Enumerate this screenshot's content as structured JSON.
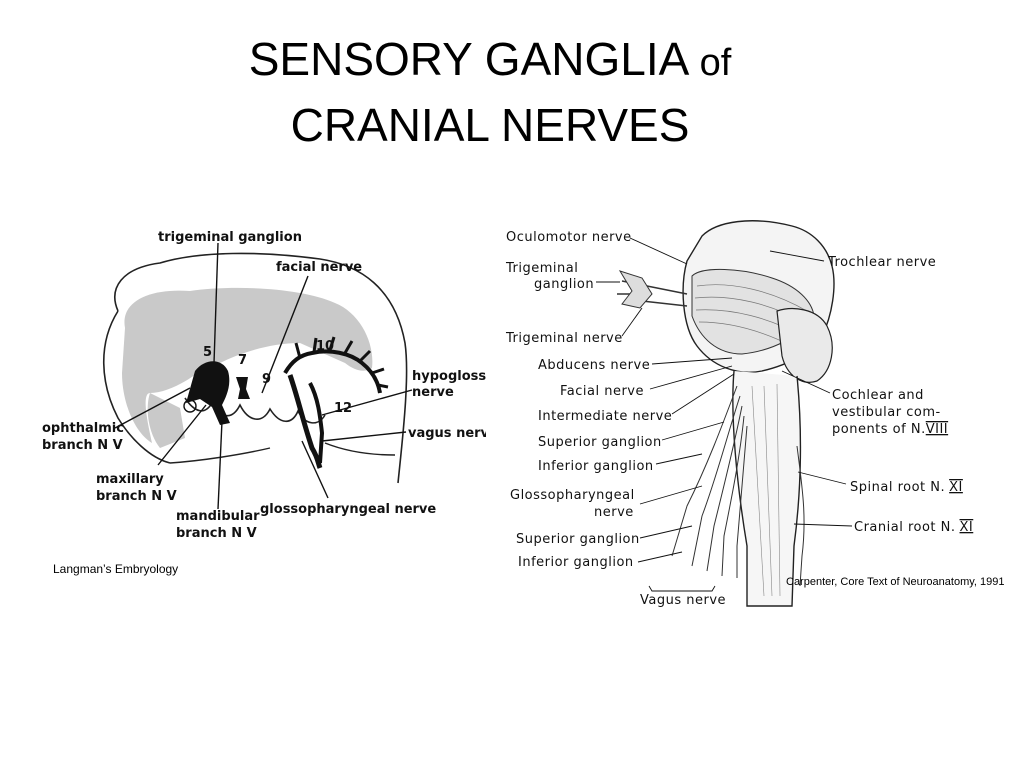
{
  "title": {
    "line1_main": "SENSORY GANGLIA",
    "line1_small": "of",
    "line2": "CRANIAL NERVES"
  },
  "left_figure": {
    "labels": {
      "trigeminal_ganglion": "trigeminal ganglion",
      "facial_nerve": "facial nerve",
      "hypoglossal_1": "hypoglossal",
      "hypoglossal_2": "nerve",
      "vagus_nerve": "vagus nerve",
      "ophthalmic_1": "ophthalmic",
      "ophthalmic_2": "branch N V",
      "maxillary_1": "maxillary",
      "maxillary_2": "branch N V",
      "mandibular_1": "mandibular",
      "mandibular_2": "branch N V",
      "glossopharyngeal": "glossopharyngeal  nerve",
      "num_5": "5",
      "num_7": "7",
      "num_9": "9",
      "num_10": "10",
      "num_12": "12"
    },
    "caption": "Langman’s Embryology"
  },
  "right_figure": {
    "labels": {
      "oculomotor": "Oculomotor  nerve",
      "trigeminal_ganglion_1": "Trigeminal",
      "trigeminal_ganglion_2": "ganglion",
      "trigeminal_nerve": "Trigeminal  nerve",
      "abducens": "Abducens  nerve",
      "facial": "Facial  nerve",
      "intermediate": "Intermediate nerve",
      "superior_ganglion_1": "Superior ganglion",
      "inferior_ganglion_1": "Inferior ganglion",
      "glossopharyngeal_1": "Glossopharyngeal",
      "glossopharyngeal_2": "nerve",
      "superior_ganglion_2": "Superior  ganglion",
      "inferior_ganglion_2": "Inferior ganglion",
      "vagus": "Vagus nerve",
      "trochlear": "Trochlear  nerve",
      "cochlear_1": "Cochlear  and",
      "cochlear_2": "vestibular  com-",
      "cochlear_3": "ponents of N.",
      "cochlear_roman": "VIII",
      "spinal_root": "Spinal  root  N.",
      "spinal_roman": "XI",
      "cranial_root": "Cranial  root  N.",
      "cranial_roman": "XI"
    },
    "caption": "Carpenter, Core Text of Neuroanatomy, 1991"
  }
}
